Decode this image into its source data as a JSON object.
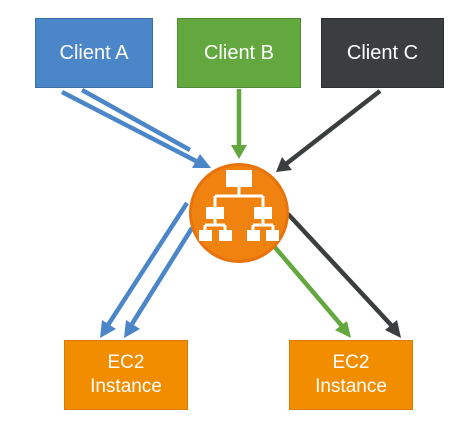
{
  "clients": [
    {
      "id": "a",
      "label": "Client A",
      "color": "#4a86c8"
    },
    {
      "id": "b",
      "label": "Client B",
      "color": "#62a83e"
    },
    {
      "id": "c",
      "label": "Client C",
      "color": "#3a3e3e"
    }
  ],
  "instances": [
    {
      "id": "left",
      "line1": "EC2",
      "line2": "Instance"
    },
    {
      "id": "right",
      "line1": "EC2",
      "line2": "Instance"
    }
  ],
  "load_balancer": {
    "icon": "load-balancer-hierarchy-icon",
    "color": "#f28d00"
  },
  "colors": {
    "instance": "#f28d00",
    "blue": "#4a86c8",
    "green": "#62a83e",
    "dark": "#3a3e3e"
  }
}
